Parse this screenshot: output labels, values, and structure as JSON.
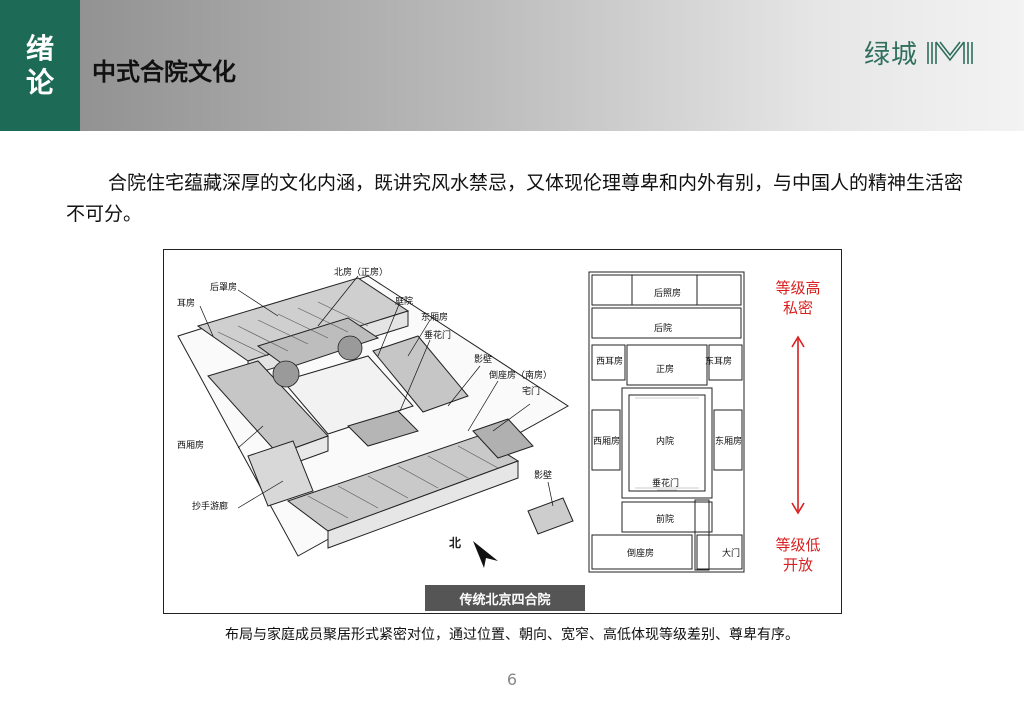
{
  "header": {
    "section_chars": [
      "绪",
      "论"
    ],
    "title": "中式合院文化",
    "brand": "绿城",
    "brand_logo_icon": "greentown-logo-icon",
    "colors": {
      "accent": "#1d6b57",
      "grade_red": "#d91f1f",
      "caption_bar": "#555555"
    }
  },
  "intro": {
    "text": "合院住宅蕴藏深厚的文化内涵，既讲究风水禁忌，又体现伦理尊卑和内外有别，与中国人的精神生活密不可分。"
  },
  "figure": {
    "illustration_labels": {
      "beifang": "北房（正房）",
      "houzhaofang": "后罩房",
      "erfang": "耳房",
      "tingyuan": "庭院",
      "dongxiangfang": "东厢房",
      "chuihuamen": "垂花门",
      "yingbi": "影壁",
      "daozuofang": "倒座房（南房）",
      "zhaimen": "宅门",
      "xixiangfang": "西厢房",
      "chaoshouyoulang": "抄手游廊",
      "yingbi2": "影壁",
      "north": "北"
    },
    "floorplan_labels": {
      "houzhaofang": "后照房",
      "houyuan": "后院",
      "xierfang": "西耳房",
      "zhengfang": "正房",
      "dongerfang": "东耳房",
      "xixiangfang": "西厢房",
      "neiyuan": "内院",
      "dongxiangfang": "东厢房",
      "chuihuamen": "垂花门",
      "qianyuan": "前院",
      "daozuofang": "倒座房",
      "damen": "大门"
    },
    "grade_high": [
      "等级高",
      "私密"
    ],
    "grade_low": [
      "等级低",
      "开放"
    ],
    "caption": "传统北京四合院"
  },
  "figure_note": "布局与家庭成员聚居形式紧密对位，通过位置、朝向、宽窄、高低体现等级差别、尊卑有序。",
  "page_number": "6"
}
